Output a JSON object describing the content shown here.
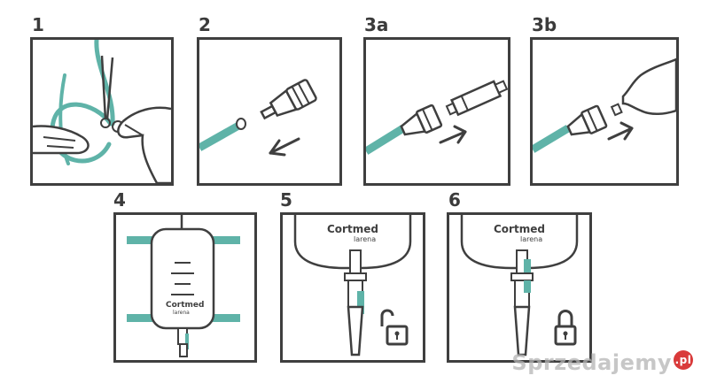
{
  "steps": [
    {
      "label": "1"
    },
    {
      "label": "2"
    },
    {
      "label": "3a"
    },
    {
      "label": "3b"
    },
    {
      "label": "4"
    },
    {
      "label": "5"
    },
    {
      "label": "6"
    }
  ],
  "brand": {
    "name": "Cortmed",
    "sub": "larena"
  },
  "watermark": {
    "text": "Sprzedajemy",
    "tld": ".pl"
  },
  "colors": {
    "teal": "#5fb3a8",
    "line": "#3f3f3f"
  },
  "icons": {
    "unlocked": "padlock-open-icon",
    "locked": "padlock-closed-icon"
  }
}
